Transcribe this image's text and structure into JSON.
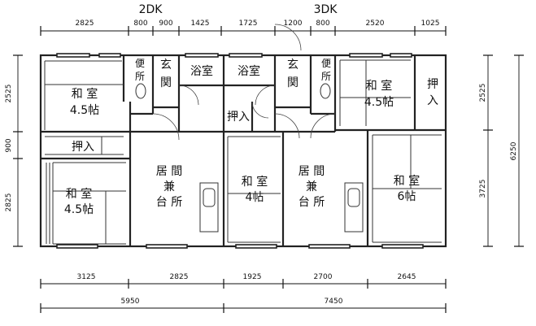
{
  "titles": {
    "left_unit": "2DK",
    "right_unit": "3DK"
  },
  "top_dims": [
    "2825",
    "800",
    "900",
    "1425",
    "1725",
    "1200",
    "800",
    "2520",
    "1025"
  ],
  "bottom_dims_row1": [
    "3125",
    "2825",
    "1925",
    "2700",
    "2645"
  ],
  "bottom_dims_row2": [
    "5950",
    "7450"
  ],
  "left_dims": [
    "2525",
    "900",
    "2825"
  ],
  "right_dims_inner": [
    "2525",
    "3725"
  ],
  "right_dims_outer": [
    "6250"
  ],
  "rooms": {
    "l_washitsu_top": {
      "name": "和 室",
      "size": "4.5帖"
    },
    "l_toilet": "便所",
    "l_genkan": "玄関",
    "l_bath": "浴室",
    "l_oshiire": "押入",
    "l_washitsu_bottom": {
      "name": "和 室",
      "size": "4.5帖"
    },
    "l_living": [
      "居 間",
      "兼",
      "台 所"
    ],
    "r_bath": "浴室",
    "r_genkan": "玄関",
    "r_toilet": "便所",
    "r_washitsu_top": {
      "name": "和 室",
      "size": "4.5帖"
    },
    "r_oshiire_right": "押入",
    "r_oshiire_left": "押入",
    "r_washitsu_4": {
      "name": "和 室",
      "size": "4帖"
    },
    "r_living": [
      "居 間",
      "兼",
      "台 所"
    ],
    "r_washitsu_6": {
      "name": "和 室",
      "size": "6帖"
    }
  }
}
